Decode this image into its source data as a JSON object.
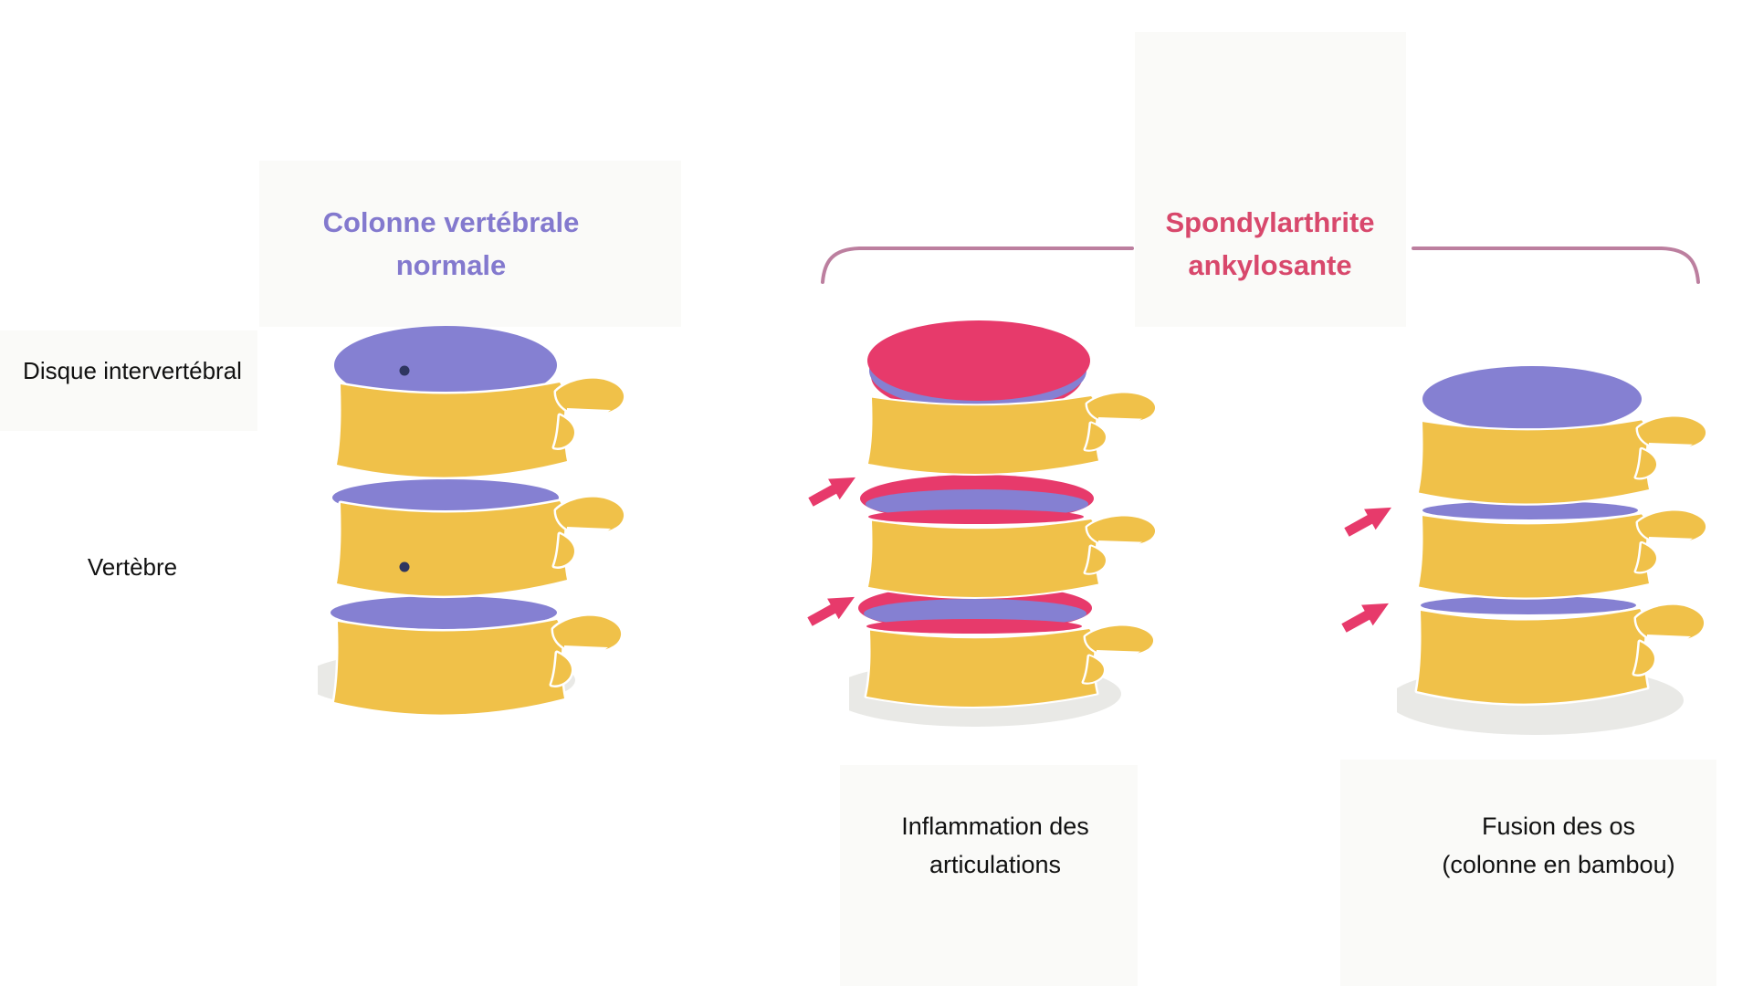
{
  "titles": {
    "normal": {
      "line1": "Colonne vertébrale",
      "line2": "normale"
    },
    "disease": {
      "line1": "Spondylarthrite",
      "line2": "ankylosante"
    }
  },
  "labels": {
    "disc": "Disque intervertébral",
    "vertebra": "Vertèbre"
  },
  "captions": {
    "inflammation": {
      "line1": "Inflammation des",
      "line2": "articulations"
    },
    "fusion": {
      "line1": "Fusion des os",
      "line2": "(colonne en bambou)"
    }
  },
  "figures": {
    "normal_spine": "normal-spine-illustration",
    "inflamed_spine": "inflamed-spine-illustration",
    "fused_spine": "fused-spine-illustration",
    "arrow_icon": "arrow-icon",
    "arrow_count": 4
  },
  "colors": {
    "purple_title": "#8379CE",
    "pink_title": "#D8486C",
    "bone": "#F0C149",
    "disc_purple": "#8580D2",
    "inflamed_pink": "#E73A6B",
    "bracket": "#BC7F9F",
    "shadow": "#E9E9E6",
    "line_dark": "#2E3560",
    "text": "#111111",
    "panel": "#FAFAF8"
  }
}
